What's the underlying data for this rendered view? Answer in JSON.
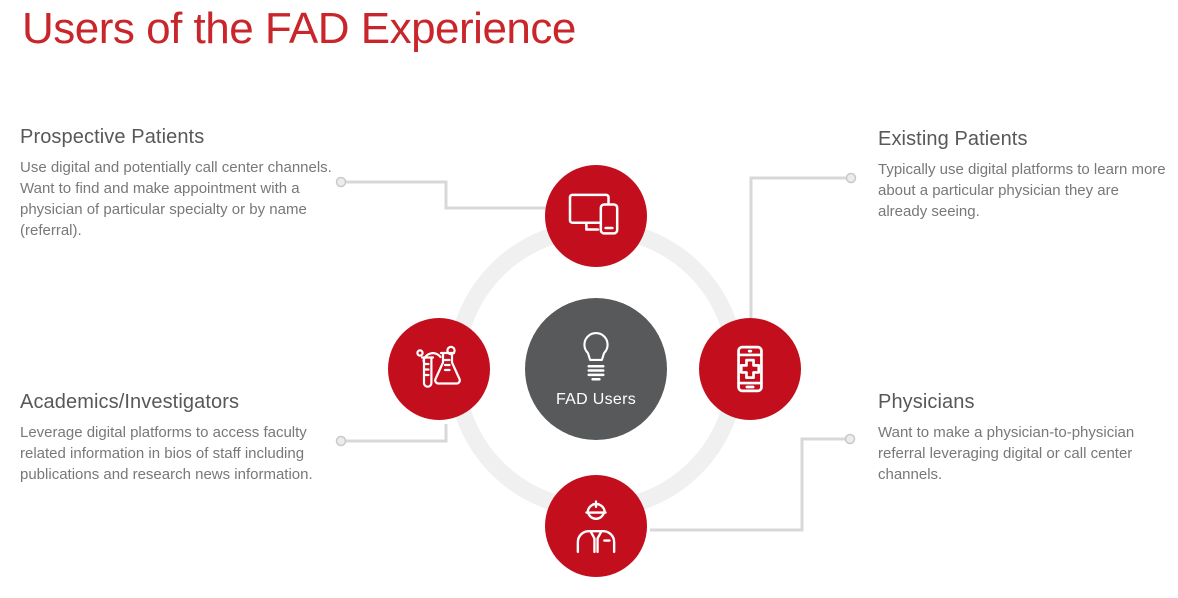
{
  "title": "Users of the FAD Experience",
  "center": {
    "label": "FAD Users",
    "icon": "lightbulb-icon"
  },
  "colors": {
    "title_red": "#c9262b",
    "circle_red": "#c20e1d",
    "center_gray": "#58595b",
    "ring_gray": "#f0f0f1",
    "connector_gray": "#d8d8d8",
    "heading_gray": "#57585a",
    "body_gray": "#77787a"
  },
  "groups": [
    {
      "id": "prospective-patients",
      "heading": "Prospective Patients",
      "body": "Use digital and potentially call center channels. Want to find and make appointment with a physician of particular specialty or by name (referral).",
      "icon": "devices-icon"
    },
    {
      "id": "existing-patients",
      "heading": "Existing Patients",
      "body": "Typically use digital platforms to learn more about a particular physician they are already seeing.",
      "icon": "phone-medical-icon"
    },
    {
      "id": "academics-investigators",
      "heading": "Academics/Investigators",
      "body": "Leverage digital platforms to access faculty related information in bios of staff including publications and research news information.",
      "icon": "lab-icon"
    },
    {
      "id": "physicians",
      "heading": "Physicians",
      "body": "Want to make a physician-to-physician referral leveraging digital or call center channels.",
      "icon": "doctor-icon"
    }
  ]
}
